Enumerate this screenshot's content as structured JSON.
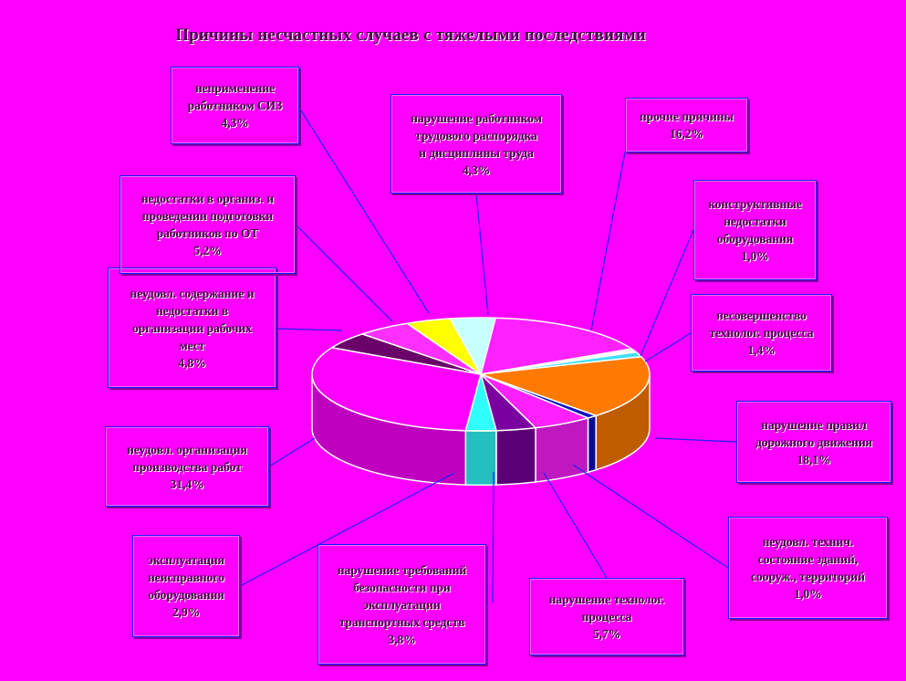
{
  "chart_data": {
    "type": "pie",
    "title": "Причины несчастных случаев с тяжелыми последствиями",
    "slices": [
      {
        "label": [
          "прочие причины"
        ],
        "value_text": "16,2%",
        "value": 16.2,
        "color": "#ff22ff"
      },
      {
        "label": [
          "конструктивные",
          "недостатки",
          "оборудования"
        ],
        "value_text": "1,0%",
        "value": 1.0,
        "color": "#ffffff"
      },
      {
        "label": [
          "несовершенство",
          "технолог. процесса"
        ],
        "value_text": "1,4%",
        "value": 1.4,
        "color": "#40e0ff"
      },
      {
        "label": [
          "нарушение правил",
          "дорожного движения"
        ],
        "value_text": "18,1%",
        "value": 18.1,
        "color": "#ff7a00"
      },
      {
        "label": [
          "неудовл. технич.",
          "состояние зданий,",
          "сооруж., территорий"
        ],
        "value_text": "1,0%",
        "value": 1.0,
        "color": "#1010c0"
      },
      {
        "label": [
          "нарушение технолог.",
          "процесса"
        ],
        "value_text": "5,7%",
        "value": 5.7,
        "color": "#ff20ff"
      },
      {
        "label": [
          "нарушение требований",
          "безопасности при",
          "эксплуатации",
          "транспортных средств"
        ],
        "value_text": "3,8%",
        "value": 3.8,
        "color": "#7a00a0"
      },
      {
        "label": [
          "эксплуатация",
          "неисправного",
          "оборудования"
        ],
        "value_text": "2,9%",
        "value": 2.9,
        "color": "#30ffff"
      },
      {
        "label": [
          "неудовл. организация",
          "производства работ"
        ],
        "value_text": "31,4%",
        "value": 31.4,
        "color": "#ff00ff"
      },
      {
        "label": [
          "неудовл. содержание и",
          "недостатки в",
          "организации рабочих",
          "мест"
        ],
        "value_text": "4,8%",
        "value": 4.8,
        "color": "#6a006a"
      },
      {
        "label": [
          "недостатки в организ. и",
          "проведении подготовки",
          "работников по ОТ"
        ],
        "value_text": "5,2%",
        "value": 5.2,
        "color": "#ff30ff"
      },
      {
        "label": [
          "неприменение",
          "работником СИЗ"
        ],
        "value_text": "4,3%",
        "value": 4.3,
        "color": "#ffff00"
      },
      {
        "label": [
          "нарушение работником",
          "трудового распорядка",
          "и дисциплины труда"
        ],
        "value_text": "4,3%",
        "value": 4.3,
        "color": "#c8ffff"
      }
    ]
  }
}
